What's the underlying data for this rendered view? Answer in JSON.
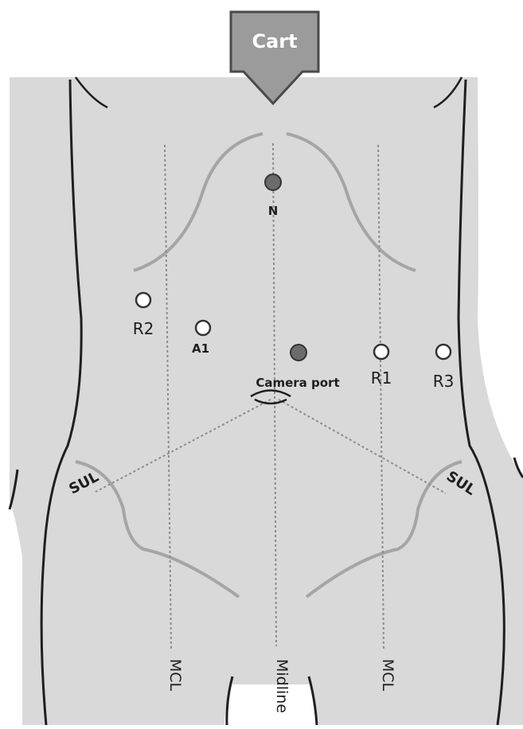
{
  "cart": {
    "label": "Cart"
  },
  "ports": {
    "N": "N",
    "R2": "R2",
    "A1": "A1",
    "R1": "R1",
    "R3": "R3",
    "camera": "Camera port"
  },
  "lines": {
    "mcl_left": "MCL",
    "midline": "Midline",
    "mcl_right": "MCL",
    "sul_left": "SUL",
    "sul_right": "SUL"
  },
  "colors": {
    "body_fill": "#d9d9d9",
    "outline_dark": "#1f1f1f",
    "contour": "#9c9c9c",
    "port_filled": "#6b6b6b",
    "port_open_fill": "#ffffff",
    "cart_fill": "#9b9b9b",
    "guide_line": "#8c8c8c"
  }
}
